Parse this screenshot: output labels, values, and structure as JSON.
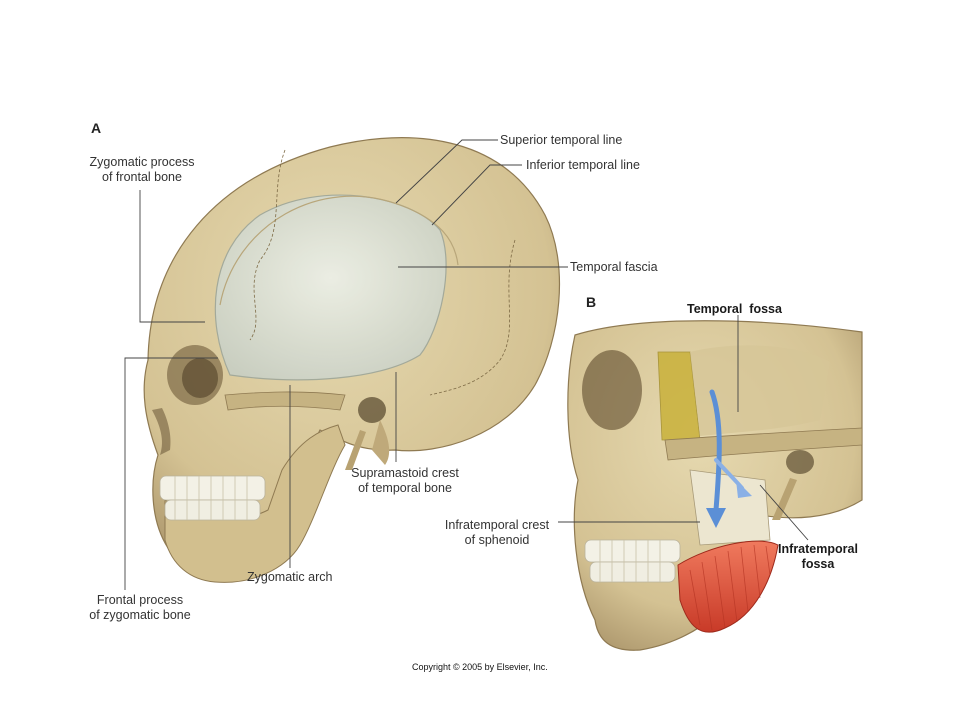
{
  "panels": {
    "a": "A",
    "b": "B"
  },
  "labels": {
    "superior_temporal_line": "Superior temporal line",
    "inferior_temporal_line": "Inferior temporal line",
    "temporal_fascia": "Temporal fascia",
    "zygomatic_process": [
      "Zygomatic process",
      "of frontal bone"
    ],
    "supramastoid_crest": [
      "Supramastoid crest",
      "of temporal bone"
    ],
    "zygomatic_arch": "Zygomatic arch",
    "frontal_process": [
      "Frontal process",
      "of zygomatic bone"
    ],
    "temporal_fossa": "Temporal  fossa",
    "infratemporal_crest": [
      "Infratemporal crest",
      "of sphenoid"
    ],
    "infratemporal_fossa": [
      "Infratemporal",
      "fossa"
    ]
  },
  "copyright": "Copyright © 2005 by Elsevier, Inc.",
  "colors": {
    "bone": "#d9c99b",
    "bone_shadow": "#a89268",
    "fascia": "#dfe3d8",
    "muscle": "#e0503a",
    "sphenoid": "#c9b13a",
    "arrow": "#5b8fd6"
  }
}
